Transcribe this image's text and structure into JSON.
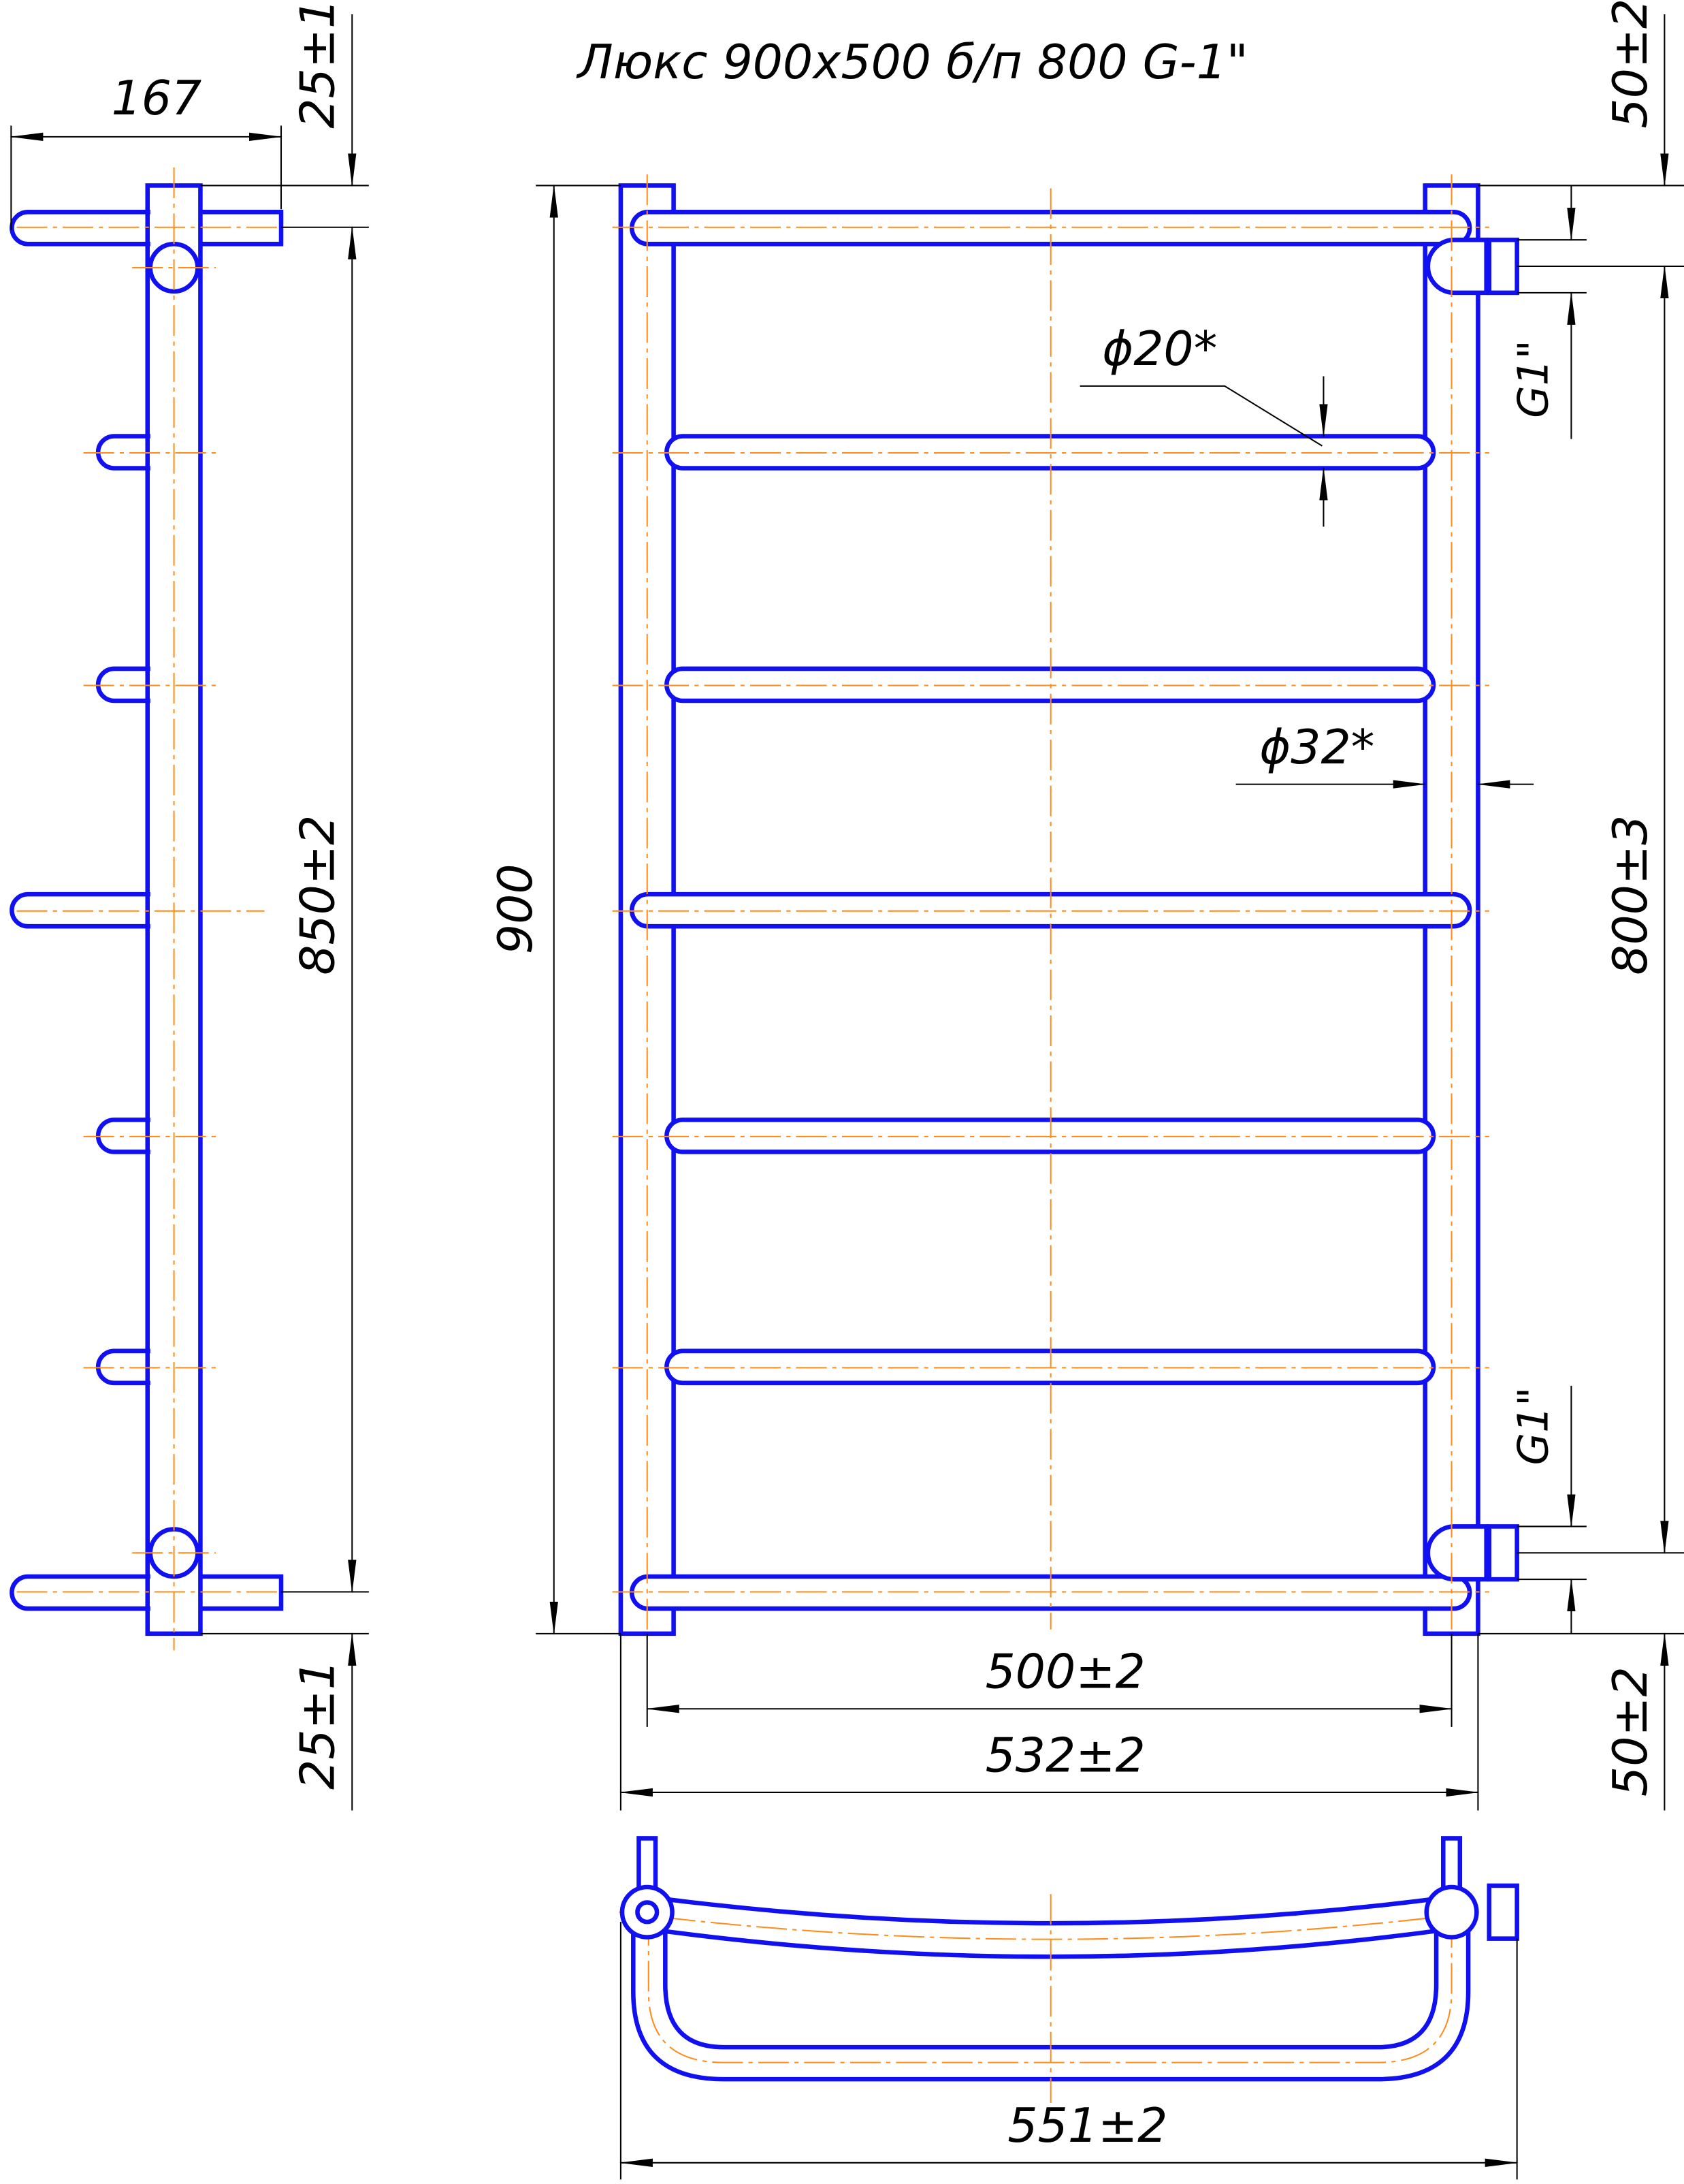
{
  "title": "Люкс 900x500 б/п 800 G-1\"",
  "colors": {
    "outline": "#1010f0",
    "centerline": "#ff8c1a",
    "dimension": "#000000"
  },
  "dimensions": {
    "side_depth": "167",
    "side_top_offset": "25±1",
    "side_bottom_offset": "25±1",
    "side_height": "850±2",
    "front_height": "900",
    "right_top_offset": "50±2",
    "right_bottom_offset": "50±2",
    "center_distance": "800±3",
    "thread_top": "G1\"",
    "thread_bottom": "G1\"",
    "rung_diameter": "ϕ20*",
    "riser_diameter": "ϕ32*",
    "inner_width": "500±2",
    "outer_width": "532±2",
    "top_view_width": "551±2"
  }
}
